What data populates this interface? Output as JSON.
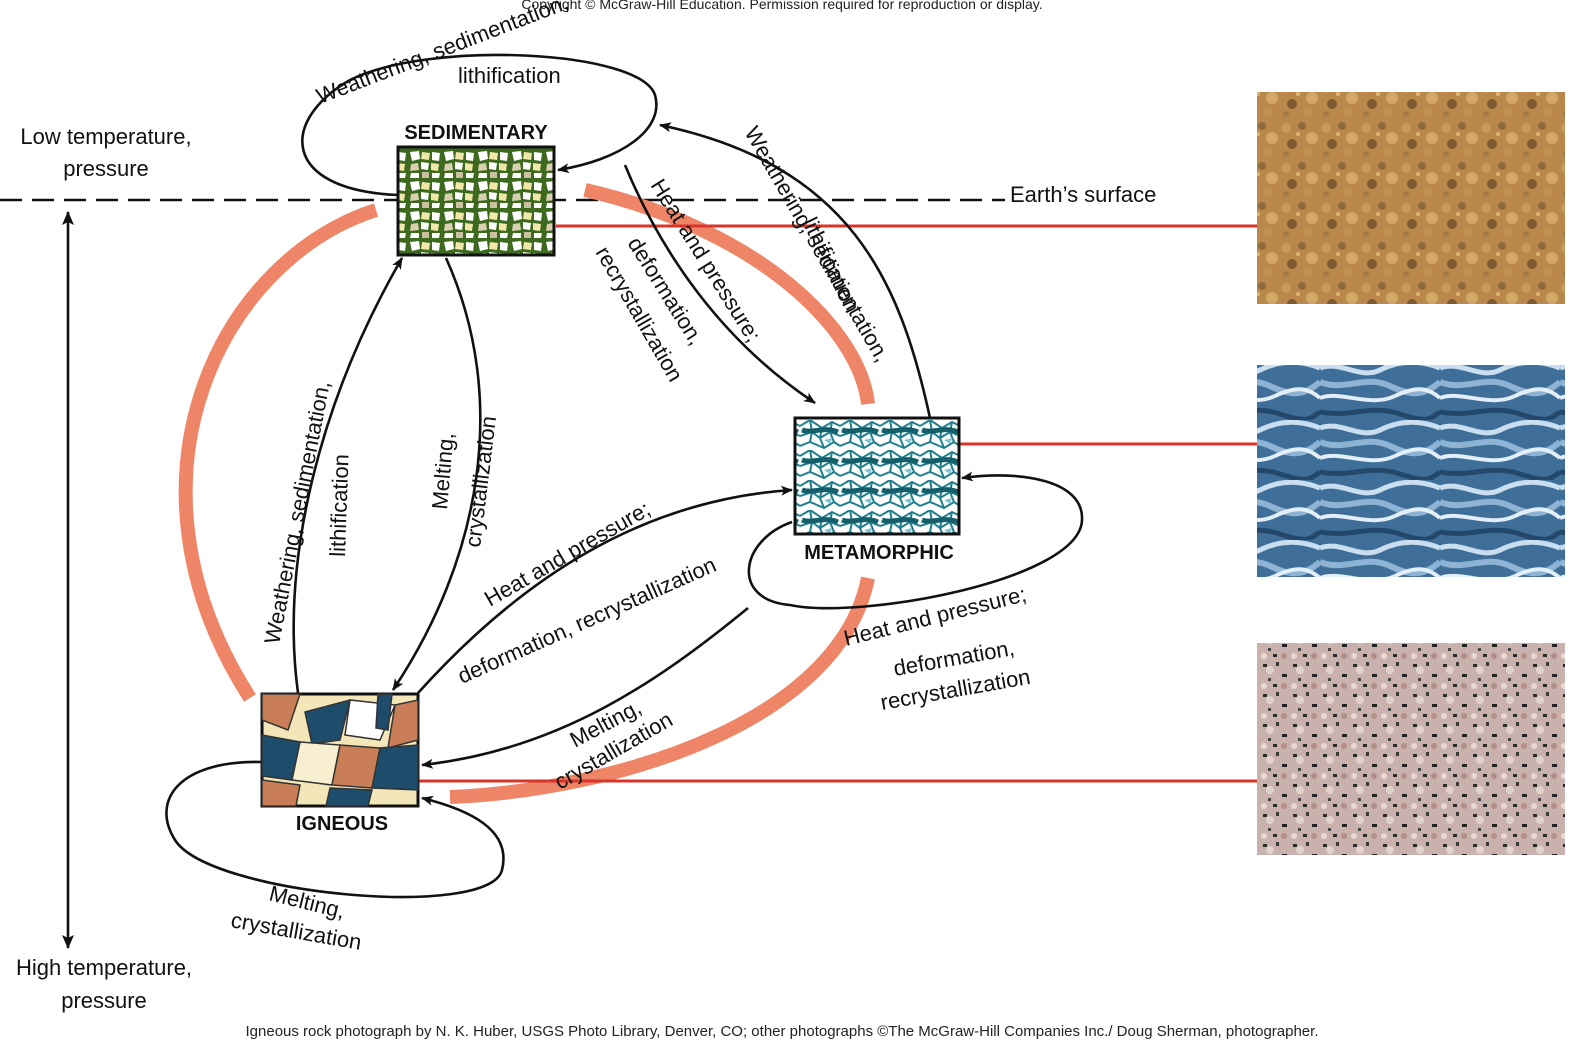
{
  "copyright": "Copyright © McGraw-Hill Education. Permission required for reproduction or display.",
  "credit": "Igneous rock photograph by N. K. Huber, USGS Photo Library, Denver, CO; other photographs ©The McGraw-Hill Companies Inc./ Doug Sherman, photographer.",
  "axis": {
    "low_line1": "Low temperature,",
    "low_line2": "pressure",
    "high_line1": "High temperature,",
    "high_line2": "pressure",
    "surface": "Earth’s surface"
  },
  "rocks": {
    "sedimentary": "SEDIMENTARY",
    "metamorphic": "METAMORPHIC",
    "igneous": "IGNEOUS"
  },
  "processes": {
    "sed_loop_1": "Weathering, sedimentation,",
    "sed_loop_2": "lithification",
    "met_to_sed_1": "Weathering, sedimentation,",
    "met_to_sed_2": "lithification",
    "sed_to_met_1": "Heat and pressure;",
    "sed_to_met_2": "deformation,",
    "sed_to_met_3": "recrystallization",
    "ign_to_sed_1": "Weathering, sedimentation,",
    "ign_to_sed_2": "lithification",
    "sed_to_ign_1": "Melting,",
    "sed_to_ign_2": "crystallization",
    "ign_to_met_1": "Heat and pressure;",
    "ign_to_met_2": "deformation, recrystallization",
    "met_loop_1": "Heat and pressure;",
    "met_loop_2": "deformation,",
    "met_loop_3": "recrystallization",
    "met_to_ign_1": "Melting,",
    "met_to_ign_2": "crystallization",
    "ign_loop_1": "Melting,",
    "ign_loop_2": "crystallization"
  },
  "colors": {
    "cycle_band": "#ee8566",
    "photo_link": "#d8342a",
    "sed_bg": "#3e6a1f",
    "met_bg": "#1f7f8c",
    "ign_bg": "#f3e6b8"
  },
  "photos": {
    "top": "sandstone-photo",
    "middle": "gneiss-photo",
    "bottom": "granite-photo"
  }
}
